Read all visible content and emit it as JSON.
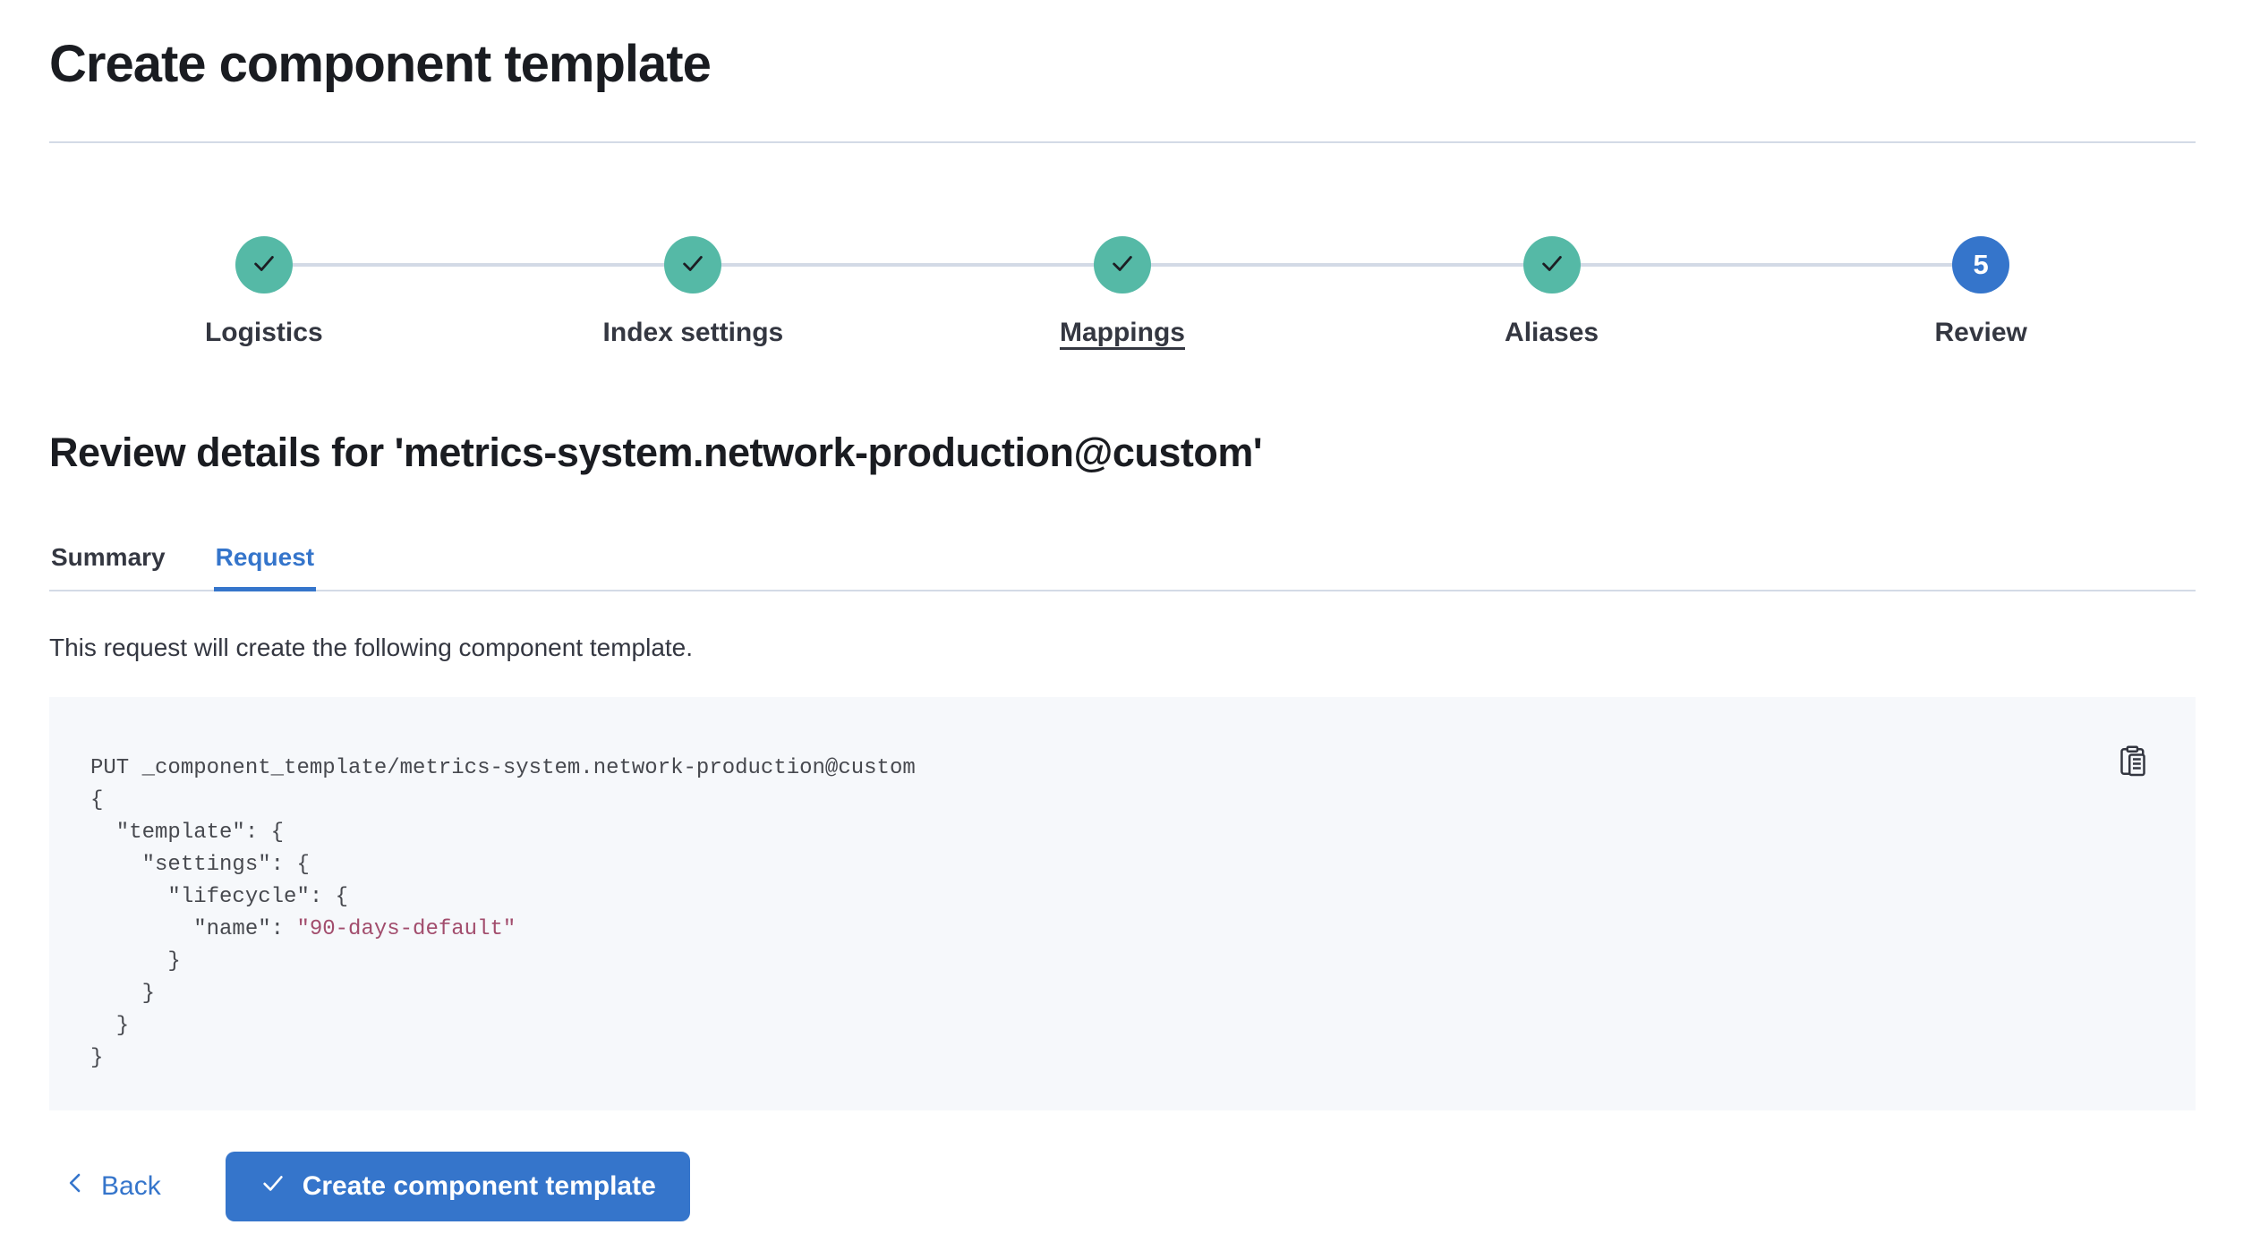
{
  "page": {
    "title": "Create component template"
  },
  "steps": {
    "items": [
      {
        "label": "Logistics",
        "status": "complete"
      },
      {
        "label": "Index settings",
        "status": "complete"
      },
      {
        "label": "Mappings",
        "status": "complete",
        "underlined": true
      },
      {
        "label": "Aliases",
        "status": "complete"
      },
      {
        "label": "Review",
        "status": "current",
        "number": "5"
      }
    ]
  },
  "review": {
    "heading": "Review details for 'metrics-system.network-production@custom'",
    "tabs": [
      {
        "label": "Summary",
        "active": false
      },
      {
        "label": "Request",
        "active": true
      }
    ],
    "description": "This request will create the following component template."
  },
  "request_preview": {
    "lines": [
      {
        "segments": [
          {
            "type": "plain",
            "text": "PUT _component_template/metrics-system.network-production@custom"
          }
        ]
      },
      {
        "segments": [
          {
            "type": "plain",
            "text": "{"
          }
        ]
      },
      {
        "segments": [
          {
            "type": "plain",
            "text": "  \"template\": {"
          }
        ]
      },
      {
        "segments": [
          {
            "type": "plain",
            "text": "    \"settings\": {"
          }
        ]
      },
      {
        "segments": [
          {
            "type": "plain",
            "text": "      \"lifecycle\": {"
          }
        ]
      },
      {
        "segments": [
          {
            "type": "plain",
            "text": "        \"name\": "
          },
          {
            "type": "string",
            "text": "\"90-days-default\""
          }
        ]
      },
      {
        "segments": [
          {
            "type": "plain",
            "text": "      }"
          }
        ]
      },
      {
        "segments": [
          {
            "type": "plain",
            "text": "    }"
          }
        ]
      },
      {
        "segments": [
          {
            "type": "plain",
            "text": "  }"
          }
        ]
      },
      {
        "segments": [
          {
            "type": "plain",
            "text": "}"
          }
        ]
      }
    ]
  },
  "icons": {
    "step_complete": "check-icon",
    "copy": "copy-clipboard-icon",
    "back": "chevron-left-icon",
    "submit": "check-icon"
  },
  "footer": {
    "back_label": "Back",
    "submit_label": "Create component template"
  },
  "colors": {
    "accent": "#3575cb",
    "success": "#55b9a6",
    "text": "#343741",
    "heading": "#1a1c21",
    "divider": "#d3dae6",
    "code_bg": "#f6f8fb",
    "code_text": "#47494f",
    "code_string": "#a24d6d",
    "check_dark": "#1d1e24",
    "white": "#ffffff"
  }
}
